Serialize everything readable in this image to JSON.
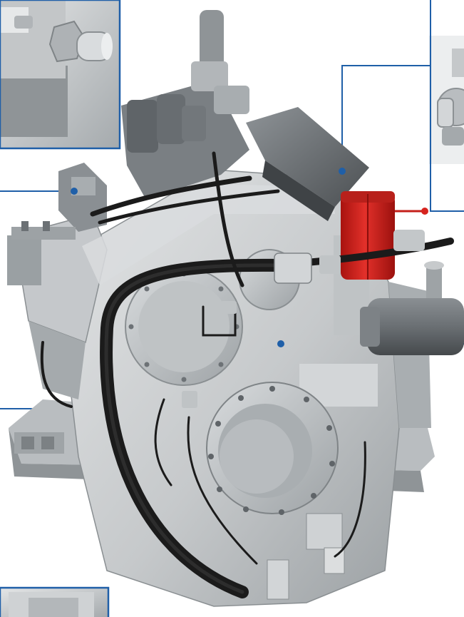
{
  "figure": {
    "subject": "gearbox",
    "colors": {
      "background": "#ffffff",
      "callout": "#1f5fa8",
      "casing": "#c9ccce",
      "casing_shadow": "#9ea3a6",
      "casing_dark": "#7c8184",
      "hose": "#1b1b1b",
      "valve_block": "#6f7478",
      "filter_red": "#d6231e",
      "motor_grey": "#5d6266",
      "cover_grey": "#b5b9bc",
      "inset_bg": "#d5d8da"
    },
    "callouts": [
      {
        "icon": "callout-dot"
      },
      {
        "icon": "callout-dot"
      },
      {
        "icon": "callout-dot"
      },
      {
        "icon": "callout-dot"
      }
    ],
    "insets": [
      {
        "icon": "fitting-closeup"
      },
      {
        "icon": "fitting-closeup"
      },
      {
        "icon": "casing-closeup"
      }
    ]
  }
}
